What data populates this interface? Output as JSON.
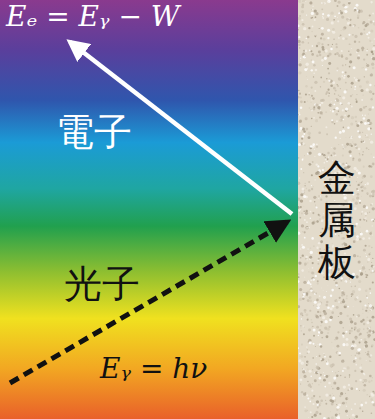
{
  "diagram": {
    "nodes": [
      {
        "text": [
          "金属板"
        ]
      }
    ],
    "labels": [
      "Eₑ = Eᵧ − W",
      "電子",
      "光子",
      "Eᵧ = hν"
    ]
  }
}
